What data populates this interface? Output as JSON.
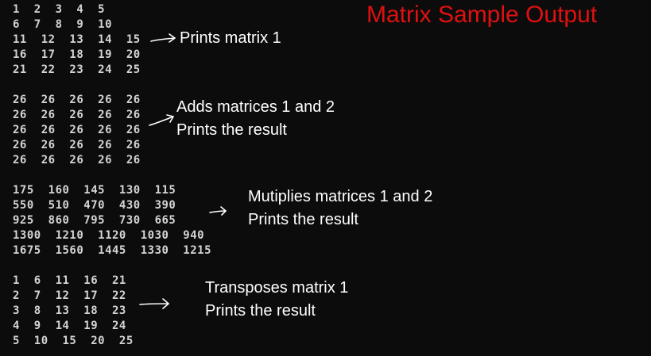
{
  "title": "Matrix Sample Output",
  "colors": {
    "background": "#0c0c0c",
    "output_text": "#d4d4d4",
    "title": "#e01010",
    "annotation": "#ffffff"
  },
  "output_lines": [
    "1  2  3  4  5",
    "6  7  8  9  10",
    "11  12  13  14  15",
    "16  17  18  19  20",
    "21  22  23  24  25",
    "",
    "26  26  26  26  26",
    "26  26  26  26  26",
    "26  26  26  26  26",
    "26  26  26  26  26",
    "26  26  26  26  26",
    "",
    "175  160  145  130  115",
    "550  510  470  430  390",
    "925  860  795  730  665",
    "1300  1210  1120  1030  940",
    "1675  1560  1445  1330  1215",
    "",
    "1  6  11  16  21",
    "2  7  12  17  22",
    "3  8  13  18  23",
    "4  9  14  19  24",
    "5  10  15  20  25"
  ],
  "annotations": [
    {
      "lines": [
        "Prints matrix 1"
      ]
    },
    {
      "lines": [
        "Adds matrices 1 and 2",
        "Prints the result"
      ]
    },
    {
      "lines": [
        "Mutiplies matrices 1 and 2",
        "Prints the result"
      ]
    },
    {
      "lines": [
        "Transposes matrix 1",
        "Prints the result"
      ]
    }
  ],
  "arrow_icon": "hand-drawn-arrow-icon"
}
